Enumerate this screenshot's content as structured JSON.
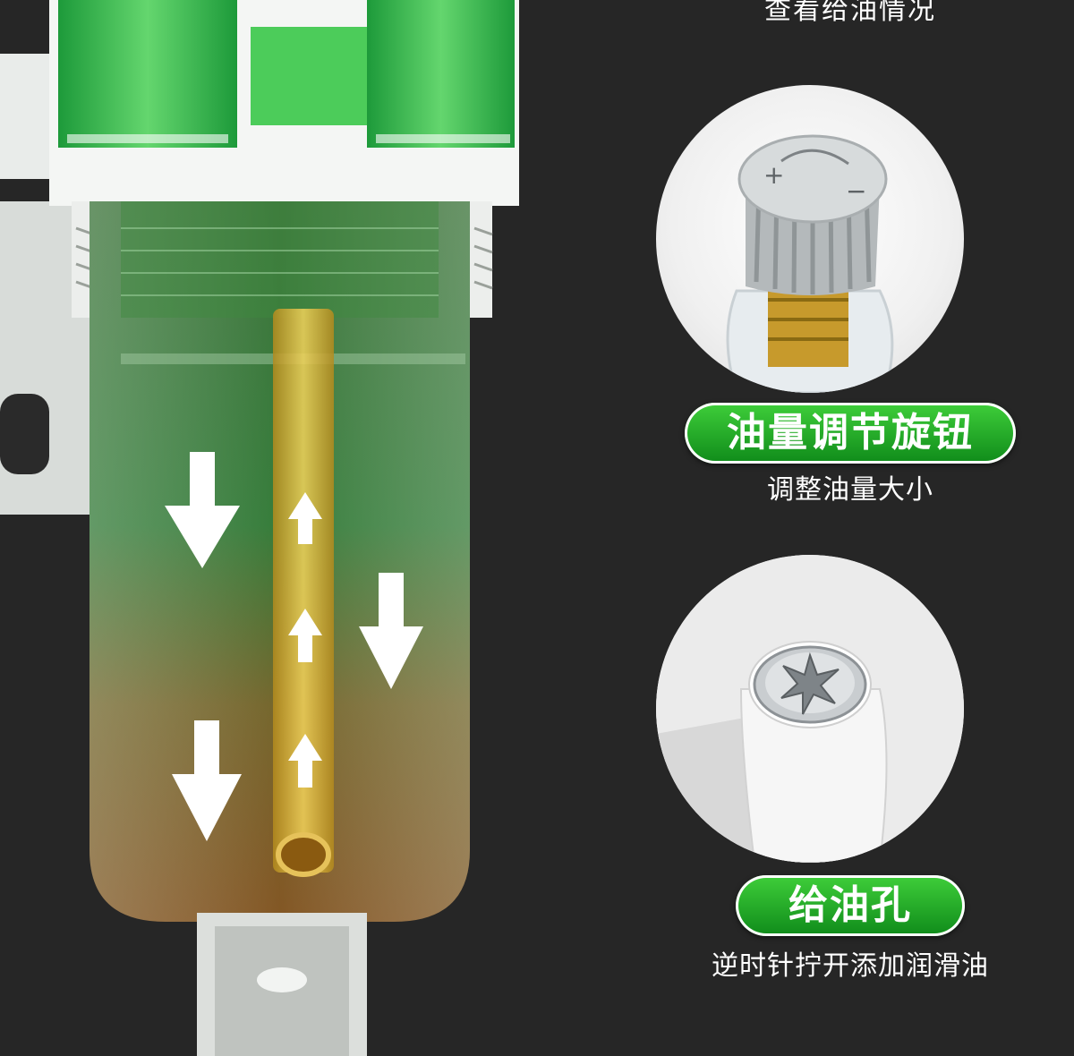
{
  "top_caption": "查看给油情况",
  "features": [
    {
      "title": "油量调节旋钮",
      "subtitle": "调整油量大小",
      "knob_marks": [
        "+",
        "−"
      ]
    },
    {
      "title": "给油孔",
      "subtitle": "逆时针拧开添加润滑油"
    }
  ],
  "colors": {
    "background": "#262626",
    "accent_green": "#1fa827",
    "oil": "#7a5418",
    "brass": "#c79a2c"
  }
}
